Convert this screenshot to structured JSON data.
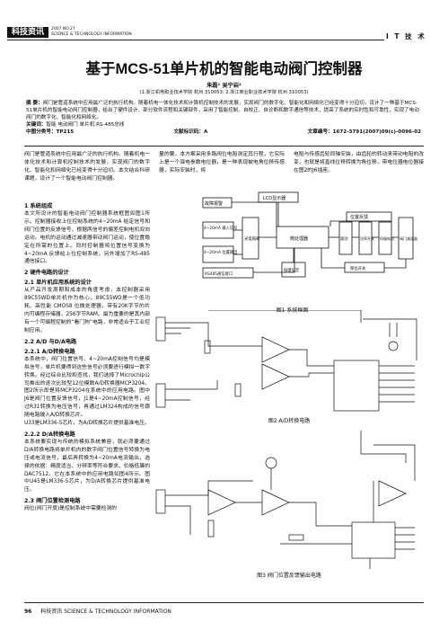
{
  "header": {
    "logo": "科技资讯",
    "issue": "2007 NO.27",
    "journal_en": "SCIENCE & TECHNOLOGY INFORMATION",
    "section": "I T 技 术"
  },
  "article": {
    "title": "基于MCS-51单片机的智能电动阀门控制器",
    "authors": "朱磊¹  吴宁岩²",
    "affiliations": "(1.浙江机电职业技术学院   杭州   310053;  2.浙江商业职业技术学院   杭州   310053)",
    "abstract_label": "摘 要：",
    "abstract": "阀门是管道系统中应用最广泛的执行机构。随着机电一体化技术和计算机控制技术的发展，实现阀门的数字化、智能化和网络化已经变得十分迫切。设计了一种基于MCS-51单片机的智能电动阀门控制器，给出了硬件设计、部分软件流程和关键部件，采用了智能控制、自校正、自诊断和数字通信等技术，提高了系统的实时性和可靠性，实现了电动阀门的数字化、智能化和网络化。",
    "keywords_label": "关键词：",
    "keywords": "智能  电动阀门  单片机  RS-485总线",
    "clc": "中图分类号：TP215",
    "doc_code": "文献标识码：A",
    "article_no": "文章编号：1672-3791(2007)09(c)-0096-02",
    "intro_col1": "阀门是管道系统中应用最广泛的执行机构。随着机电一体化技术和计算机控制技术的发展，实现阀门的数字化、智能化和网络化已经变得十分迫切。本文结合科研课题，设计了一个智能电动阀门控制器。",
    "intro_col2": "量的要。本方案采用多路阀位电阻测定其行程，它实际上是一个驿电参数电位器，是一种表现被电角位移传感器，实际安装时，将",
    "intro_col3": "电阻与传感齿轮同轴安装，由齿轮的转动来带动电阻的改变，也就是将直线位移转换为角位移，带电位器电位器接在图2的J6插座。"
  },
  "sections": {
    "s1_title": "1 系统组成",
    "s1_text": "本文所设计的智能电动阀门控制器系统框图如图1所示。控制器接收上位控制系统的4~20mA 给定信号和阀门位置的反馈信号，根据两信号的偏差控制电机双向运动。电机的运动通过减速器带动阀门运动，使位置稳定在所需的位置上。同时控制器将位置信号变换为4~20mA 反馈给上位控制系统，另外增加了RS-485通信接口。",
    "s2_title": "2 硬件电路的设计",
    "s21_title": "2.1 单片机应用系统的设计",
    "s21_text": "从产品开发周期和成本的角度考虑，本控制器采用89C55WD单片机作为核心，89C55WD是一个低功耗、高性能 CMOS8 位微处理器，带有20K字节的片内可编程存储器，256字节RAM。最为重要的是其内部有一个可编程控制的“看门狗”电路，非常适合于工业控制应用。",
    "s22_title": "2.2 A/D 与D/A电路",
    "s221_title": "2.2.1 A/D转换电路",
    "s221_text": "本系统中，阀门位置信号、4~20mA控制信号均是模拟信号，单片机要得到这些信号必须要进行模拟一数字转换。经过综合比较和查找，我们选择了Microchip公司推出的逐次比较型12位模数A/D转换器MCP3204。图2所示即是将MCP3204在系统中的应用电路。图中J6是阀门位置反馈信号，J1是4~20mA控制信号，经过R31转换为电压信号，再通过LM324构成的信号跟随电路输入A/D转换芯片。",
    "s221_text2": "U33是LM336-5芯片，为A/D转换芯片提供基准电压。",
    "s222_title": "2.2.2 D/A转换电路",
    "s222_text": "本系统要实现与传统的模拟系统兼容，就必须要通过D/A转换电路将单片机内的数字阀门位置信号转换为电压或电流信号，最后再转换为4~20mA电流输出，选择的依据：精度适当、分辨率等符合要求、价格低廉的DAC7512。它在本系统中的应用电路如图4所示。图中U45是LM336-5芯片，为D/A转换芯片提供基准电压。",
    "s23_title": "2.3 阀门位置检测电路",
    "s23_text": "阀位(阀门开度)是控制系统中需要检测的"
  },
  "figures": {
    "fig1": {
      "caption": "图1  系统框图",
      "lcd": "LCD显示器",
      "fault": "故障报警",
      "position_fb": "位置反馈",
      "in_signal": "4~20mA 输入信号",
      "out_signal": "4~20mA 位置输出",
      "iso": "光电隔离",
      "mcu": "微处理器",
      "drive": "驱动",
      "power_sw": "功率开关",
      "motor": "伺服电机",
      "reducer": "阀门减速器",
      "comm": "RS485通信接口",
      "keys": "按键设定",
      "limit": "限位开关"
    },
    "fig2": {
      "caption": "图2  A/D转换电路"
    },
    "fig3": {
      "caption": "图3  阀门位置反馈输出电路"
    }
  },
  "footer": {
    "page": "96",
    "journal": "科技资讯  SCIENCE & TECHNOLOGY INFORMATION"
  }
}
